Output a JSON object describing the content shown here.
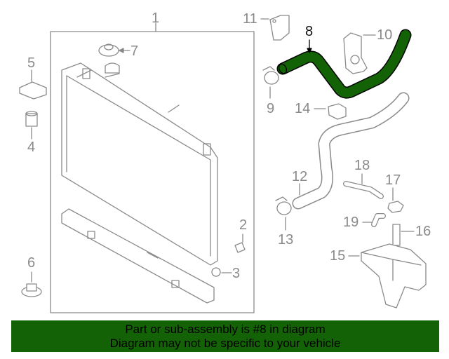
{
  "diagram": {
    "highlight_color": "#136205",
    "line_color": "#8a8a8a",
    "highlighted_part": "8",
    "callouts": [
      "1",
      "2",
      "3",
      "4",
      "5",
      "6",
      "7",
      "8",
      "9",
      "10",
      "11",
      "12",
      "13",
      "14",
      "15",
      "16",
      "17",
      "18",
      "19"
    ]
  },
  "banner": {
    "line1": "Part or sub-assembly is #8 in diagram",
    "line2": "Diagram may not be specific to your vehicle"
  }
}
